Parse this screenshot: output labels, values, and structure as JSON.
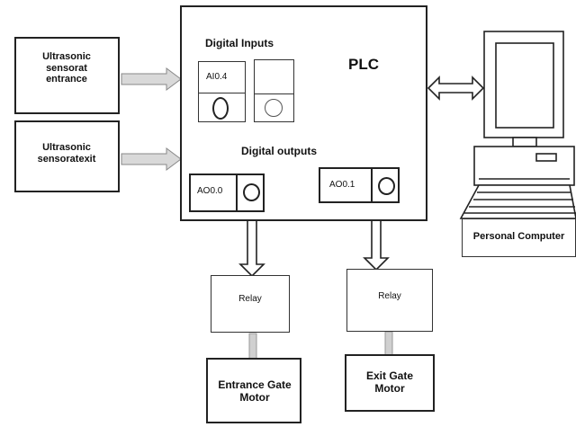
{
  "sensors": {
    "entrance": "Ultrasonic sensorat entrance",
    "exit": "Ultrasonic sensoratexit"
  },
  "plc": {
    "title": "PLC",
    "digital_inputs_label": "Digital Inputs",
    "digital_outputs_label": "Digital outputs",
    "input_address": "AI0.4",
    "output_addresses": [
      "AO0.0",
      "AO0.1"
    ]
  },
  "relays": [
    "Relay",
    "Relay"
  ],
  "motors": {
    "entrance": "Entrance Gate Motor",
    "exit": "Exit Gate Motor"
  },
  "computer": {
    "label": "Personal Computer"
  }
}
